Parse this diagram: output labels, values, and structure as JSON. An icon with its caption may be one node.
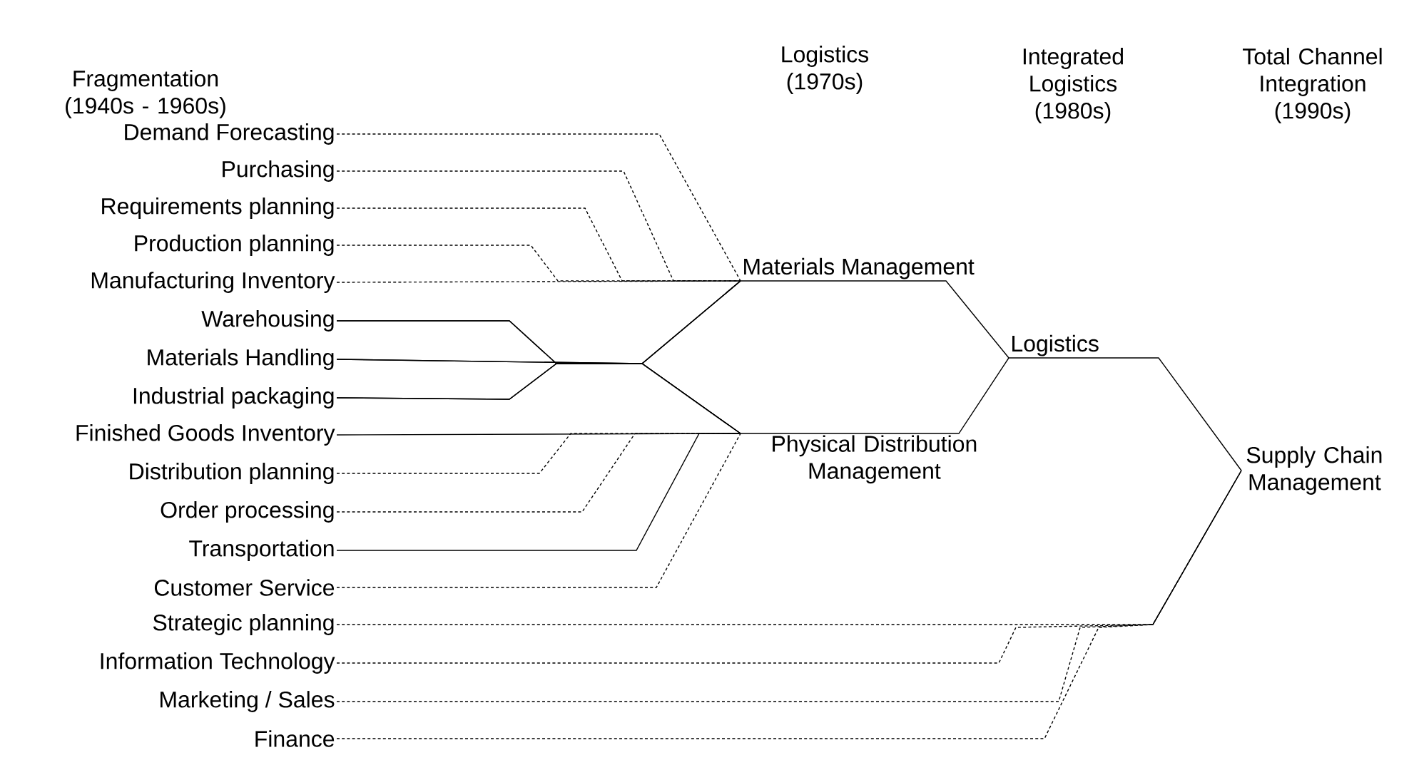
{
  "diagram": {
    "nodes": [
      {
        "text": [
          "Demand Forecasting"
        ]
      },
      {
        "text": [
          "Purchasing"
        ]
      },
      {
        "text": [
          "Requirements planning"
        ]
      },
      {
        "text": [
          "Production planning"
        ]
      },
      {
        "text": [
          "Manufacturing Inventory"
        ]
      },
      {
        "text": [
          "Warehousing"
        ]
      },
      {
        "text": [
          "Materials Handling"
        ]
      },
      {
        "text": [
          "Industrial packaging"
        ]
      },
      {
        "text": [
          "Finished Goods Inventory"
        ]
      },
      {
        "text": [
          "Distribution planning"
        ]
      },
      {
        "text": [
          "Order processing"
        ]
      },
      {
        "text": [
          "Transportation"
        ]
      },
      {
        "text": [
          "Customer Service"
        ]
      },
      {
        "text": [
          "Strategic planning"
        ]
      },
      {
        "text": [
          "Information Technology"
        ]
      },
      {
        "text": [
          "Marketing / Sales"
        ]
      },
      {
        "text": [
          "Finance"
        ]
      },
      {
        "text": [
          "Materials Management"
        ]
      },
      {
        "text": [
          "Logistics"
        ]
      },
      {
        "text": [
          "Physical Distribution Management"
        ]
      },
      {
        "text": [
          "Supply Chain Management"
        ]
      }
    ],
    "edges": [
      {
        "from": 0,
        "to": 17,
        "arrow": "none",
        "style": "dashed"
      },
      {
        "from": 1,
        "to": 17,
        "arrow": "none",
        "style": "dashed"
      },
      {
        "from": 2,
        "to": 17,
        "arrow": "none",
        "style": "dashed"
      },
      {
        "from": 3,
        "to": 17,
        "arrow": "none",
        "style": "dashed"
      },
      {
        "from": 4,
        "to": 17,
        "arrow": "none",
        "style": "dashed"
      },
      {
        "from": 5,
        "to": 17,
        "arrow": "none"
      },
      {
        "from": 5,
        "to": 19,
        "arrow": "none"
      },
      {
        "from": 6,
        "to": 17,
        "arrow": "none"
      },
      {
        "from": 6,
        "to": 19,
        "arrow": "none"
      },
      {
        "from": 7,
        "to": 17,
        "arrow": "none"
      },
      {
        "from": 7,
        "to": 19,
        "arrow": "none"
      },
      {
        "from": 8,
        "to": 19,
        "arrow": "none"
      },
      {
        "from": 9,
        "to": 19,
        "arrow": "none",
        "style": "dashed"
      },
      {
        "from": 10,
        "to": 19,
        "arrow": "none",
        "style": "dashed"
      },
      {
        "from": 11,
        "to": 19,
        "arrow": "none"
      },
      {
        "from": 12,
        "to": 19,
        "arrow": "none",
        "style": "dashed"
      },
      {
        "from": 17,
        "to": 18,
        "arrow": "none"
      },
      {
        "from": 19,
        "to": 18,
        "arrow": "none"
      },
      {
        "from": 18,
        "to": 20,
        "arrow": "none"
      },
      {
        "from": 13,
        "to": 20,
        "arrow": "none",
        "style": "dashed"
      },
      {
        "from": 14,
        "to": 20,
        "arrow": "none",
        "style": "dashed"
      },
      {
        "from": 15,
        "to": 20,
        "arrow": "none",
        "style": "dashed"
      },
      {
        "from": 16,
        "to": 20,
        "arrow": "none",
        "style": "dashed"
      }
    ],
    "labels": [
      "Fragmentation (1940s - 1960s)",
      "Logistics (1970s)",
      "Integrated Logistics (1980s)",
      "Total Channel Integration (1990s)"
    ]
  }
}
